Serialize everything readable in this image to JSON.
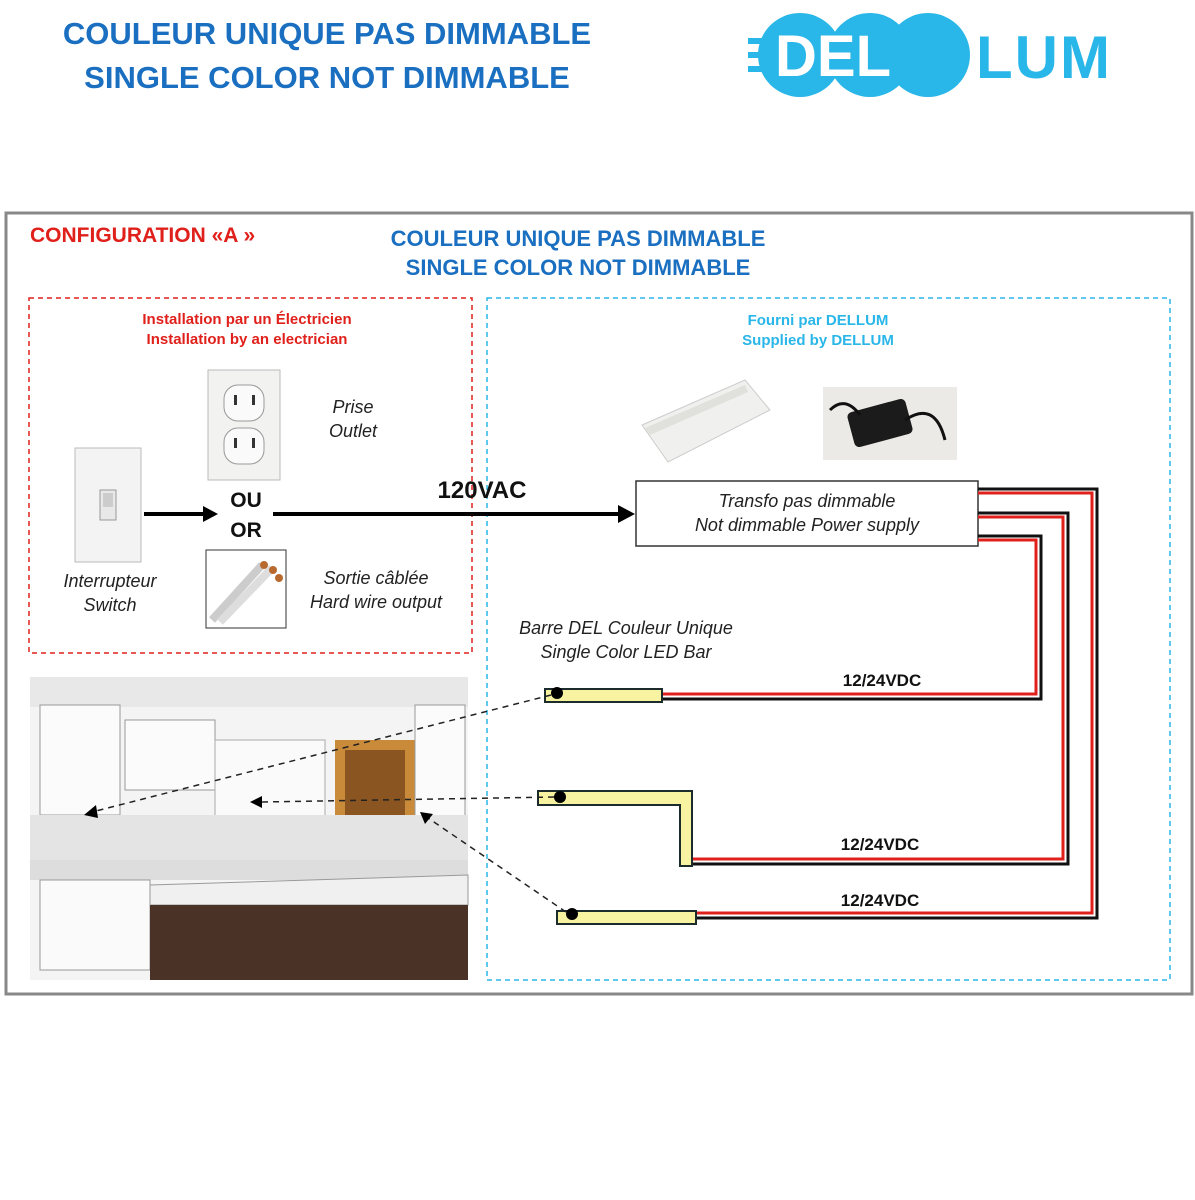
{
  "header": {
    "title_fr": "COULEUR UNIQUE PAS DIMMABLE",
    "title_en": "SINGLE COLOR NOT DIMMABLE",
    "logo_text": "DELLUM"
  },
  "diagram": {
    "config_label": "CONFIGURATION «A »",
    "title_fr": "COULEUR UNIQUE PAS DIMMABLE",
    "title_en": "SINGLE COLOR NOT DIMMABLE",
    "electrician": {
      "fr": "Installation par un Électricien",
      "en": "Installation by an electrician"
    },
    "supplied": {
      "fr": "Fourni par DELLUM",
      "en": "Supplied by DELLUM"
    },
    "outlet": {
      "fr": "Prise",
      "en": "Outlet"
    },
    "switch": {
      "fr": "Interrupteur",
      "en": "Switch"
    },
    "hardwire": {
      "fr": "Sortie câblée",
      "en": "Hard wire output"
    },
    "or": {
      "fr": "OU",
      "en": "OR"
    },
    "voltage_ac": "120VAC",
    "power_supply": {
      "fr": "Transfo pas dimmable",
      "en": "Not dimmable Power supply"
    },
    "led_bar": {
      "fr": "Barre DEL Couleur Unique",
      "en": "Single Color LED Bar"
    },
    "dc_labels": [
      "12/24VDC",
      "12/24VDC",
      "12/24VDC"
    ]
  },
  "colors": {
    "blue": "#1a6fc0",
    "cyan": "#29b6e8",
    "red": "#e0201b",
    "led": "#f7f3a0"
  }
}
